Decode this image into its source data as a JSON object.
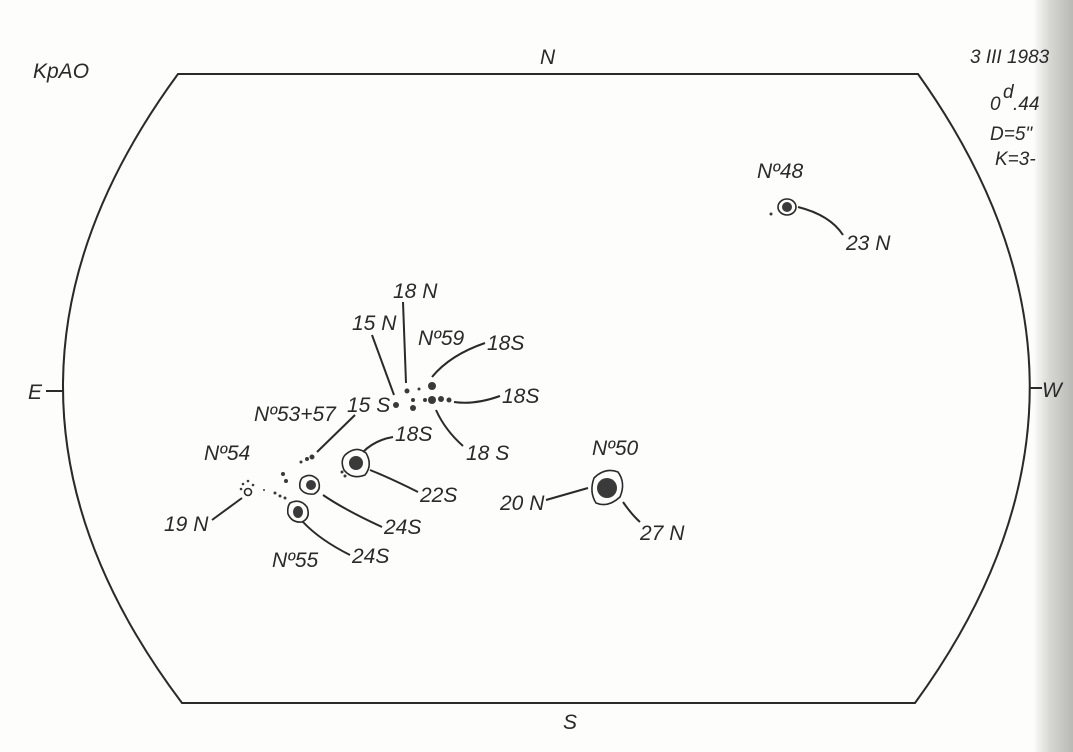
{
  "observatory": "KpAO",
  "date": "3 III 1983",
  "time": {
    "whole": "0",
    "unit": "d",
    "frac": ".44"
  },
  "diameter": "D=5\"",
  "quality": "K=3-",
  "directions": {
    "north": "N",
    "south": "S",
    "east": "E",
    "west": "W"
  },
  "groups": [
    {
      "id": "Nº48",
      "labels": [
        "23 N"
      ]
    },
    {
      "id": "Nº59",
      "labels": [
        "15 N",
        "18 N",
        "18S",
        "18S",
        "18 S"
      ]
    },
    {
      "id": "Nº53+57",
      "labels": [
        "15 S",
        "18S",
        "22S",
        "24S"
      ]
    },
    {
      "id": "Nº54",
      "labels": [
        "19 N"
      ]
    },
    {
      "id": "Nº55",
      "labels": [
        "24S"
      ]
    },
    {
      "id": "Nº50",
      "labels": [
        "20 N",
        "27 N"
      ]
    }
  ]
}
